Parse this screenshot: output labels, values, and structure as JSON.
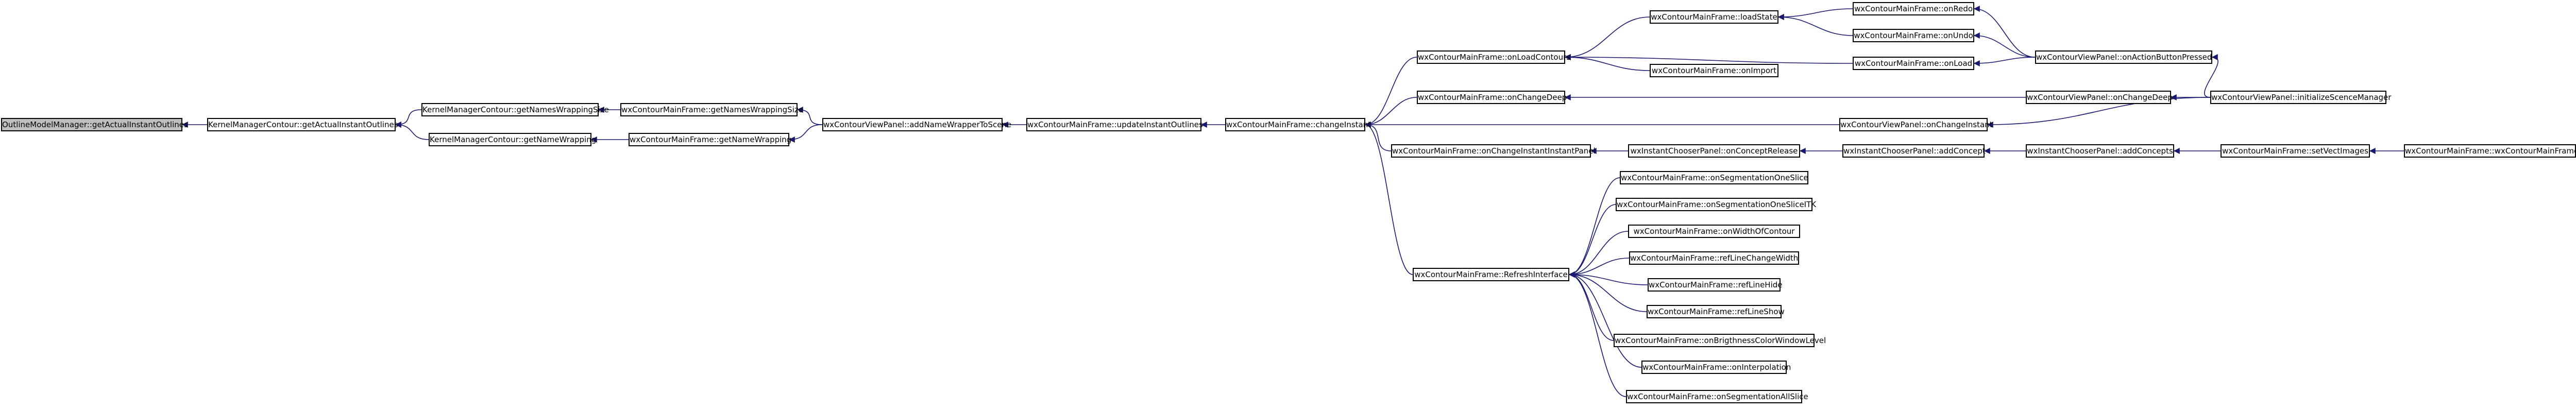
{
  "colors": {
    "edge": "#191970",
    "node_border": "#000000",
    "root_fill": "#bfbfbf",
    "node_fill": "#ffffff"
  },
  "nodes": {
    "root": "OutlineModelManager::getActualInstantOutlines",
    "kmc_getActual": "KernelManagerContour::getActualInstantOutlines",
    "kmc_getNamesWrappingSize": "KernelManagerContour::getNamesWrappingSize",
    "kmc_getNameWrapping": "KernelManagerContour::getNameWrapping",
    "wcmf_getNamesWrappingSize": "wxContourMainFrame::getNamesWrappingSize",
    "wcmf_getNameWrapping": "wxContourMainFrame::getNameWrapping",
    "wcvp_addNameWrapperToScene": "wxContourViewPanel::addNameWrapperToScene",
    "wcmf_updateInstantOutlines": "wxContourMainFrame::updateInstantOutlines",
    "wcmf_changeInstant": "wxContourMainFrame::changeInstant",
    "wcmf_onLoadContours": "wxContourMainFrame::onLoadContours",
    "wcmf_onChangeDeep": "wxContourMainFrame::onChangeDeep",
    "wcmf_onChangeInstantInstantPanel": "wxContourMainFrame::onChangeInstantInstantPanel",
    "wcmf_RefreshInterface": "wxContourMainFrame::RefreshInterface",
    "wcmf_loadState": "wxContourMainFrame::loadState",
    "wcmf_onImport": "wxContourMainFrame::onImport",
    "wcmf_onLoad": "wxContourMainFrame::onLoad",
    "wcmf_onRedo": "wxContourMainFrame::onRedo",
    "wcmf_onUndo": "wxContourMainFrame::onUndo",
    "wcvp_onActionButtonPressed": "wxContourViewPanel::onActionButtonPressed",
    "wcvp_onChangeDeep": "wxContourViewPanel::onChangeDeep",
    "wcvp_onChangeInstant": "wxContourViewPanel::onChangeInstant",
    "wcvp_initializeScenceManager": "wxContourViewPanel::initializeScenceManager",
    "wicp_onConceptRelease": "wxInstantChooserPanel::onConceptRelease",
    "wicp_addConcept": "wxInstantChooserPanel::addConcept",
    "wicp_addConcepts": "wxInstantChooserPanel::addConcepts",
    "wcmf_setVectImages": "wxContourMainFrame::setVectImages",
    "wcmf_ctor": "wxContourMainFrame::wxContourMainFrame",
    "wcmf_onSegmentationOneSlice": "wxContourMainFrame::onSegmentationOneSlice",
    "wcmf_onSegmentationOneSliceITK": "wxContourMainFrame::onSegmentationOneSliceITK",
    "wcmf_onWidthOfContour": "wxContourMainFrame::onWidthOfContour",
    "wcmf_refLineChangeWidth": "wxContourMainFrame::refLineChangeWidth",
    "wcmf_refLineHide": "wxContourMainFrame::refLineHide",
    "wcmf_refLineShow": "wxContourMainFrame::refLineShow",
    "wcmf_onBrightnessColorWindowLevel": "wxContourMainFrame::onBrigthnessColorWindowLevel",
    "wcmf_onInterpolation": "wxContourMainFrame::onInterpolation",
    "wcmf_onSegmentationAllSlice": "wxContourMainFrame::onSegmentationAllSlice"
  }
}
